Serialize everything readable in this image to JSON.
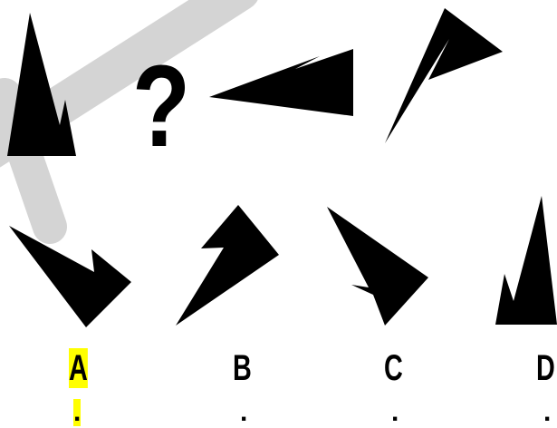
{
  "question": {
    "mark": "?"
  },
  "options": [
    {
      "letter": "A",
      "dot": ".",
      "highlighted": true
    },
    {
      "letter": "B",
      "dot": "."
    },
    {
      "letter": "C",
      "dot": "."
    },
    {
      "letter": "D",
      "dot": "."
    }
  ],
  "colors": {
    "shape": "#000000",
    "highlight": "#ffff00",
    "watermark": "#c9c9c9"
  }
}
